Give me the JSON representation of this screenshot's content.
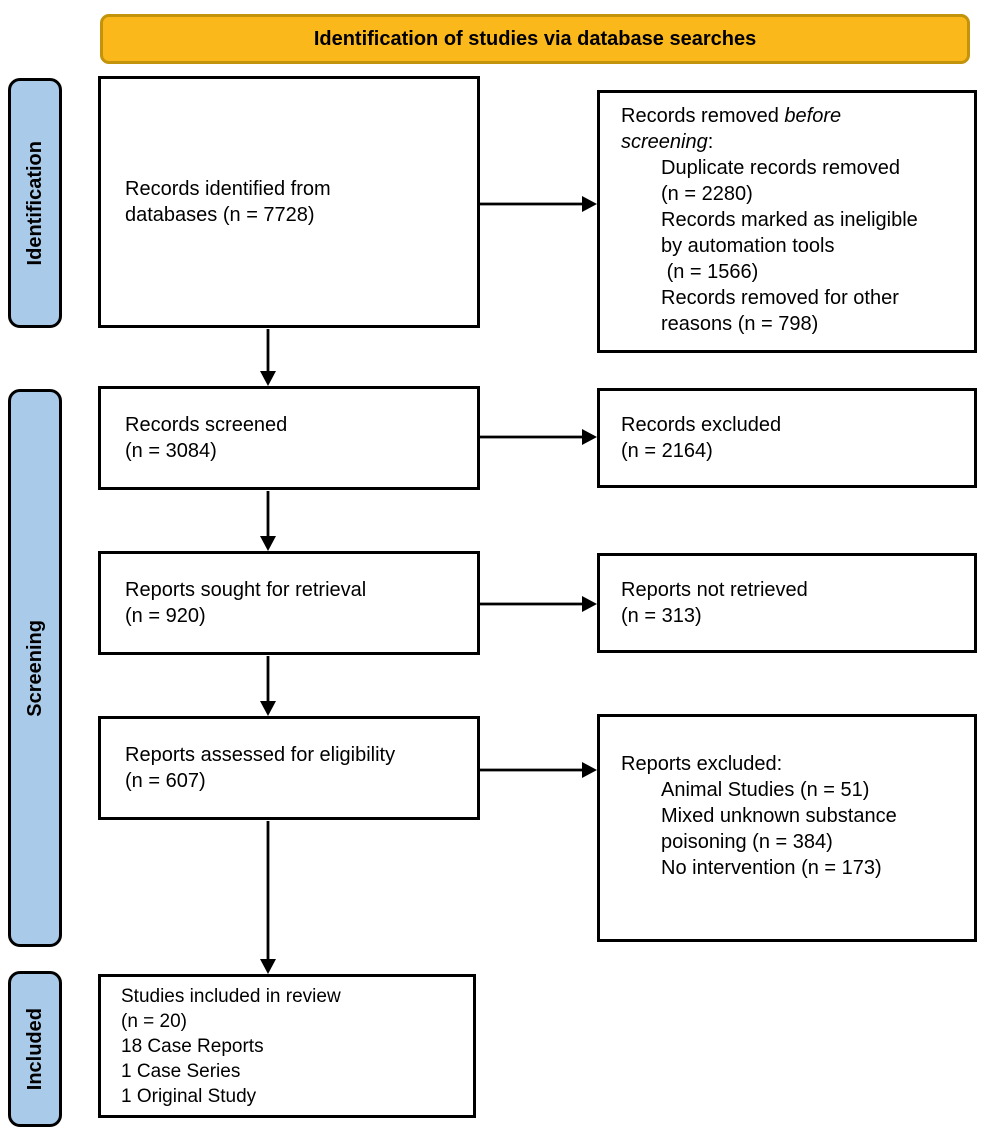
{
  "banner": {
    "title": "Identification of studies via database searches"
  },
  "sidebar": {
    "identification": "Identification",
    "screening": "Screening",
    "included": "Included"
  },
  "flow": {
    "records_identified": "Records identified from\ndatabases (n = 7728)",
    "records_removed": {
      "title_prefix": "Records removed ",
      "title_italic": "before screening",
      "title_suffix": ":",
      "items": [
        "Duplicate records removed\n(n = 2280)",
        "Records marked as ineligible\nby automation tools\n (n = 1566)",
        "Records removed for other\nreasons (n = 798)"
      ]
    },
    "records_screened": "Records screened\n(n = 3084)",
    "records_excluded": "Records excluded\n(n = 2164)",
    "reports_sought": "Reports sought for retrieval\n(n = 920)",
    "reports_not_retrieved": "Reports not retrieved\n(n = 313)",
    "reports_assessed": "Reports assessed for eligibility\n(n = 607)",
    "reports_excluded": {
      "title": "Reports excluded:",
      "items": [
        "Animal Studies (n = 51)",
        "Mixed unknown substance\npoisoning (n = 384)",
        "No intervention (n = 173)"
      ]
    },
    "studies_included": "Studies included in review\n(n = 20)\n18 Case Reports\n1 Case Series\n1 Original Study"
  },
  "colors": {
    "banner_fill": "#FAB81B",
    "banner_border": "#C3930B",
    "stage_fill": "#A9CAE9",
    "box_border": "#000000",
    "arrow": "#000000"
  }
}
